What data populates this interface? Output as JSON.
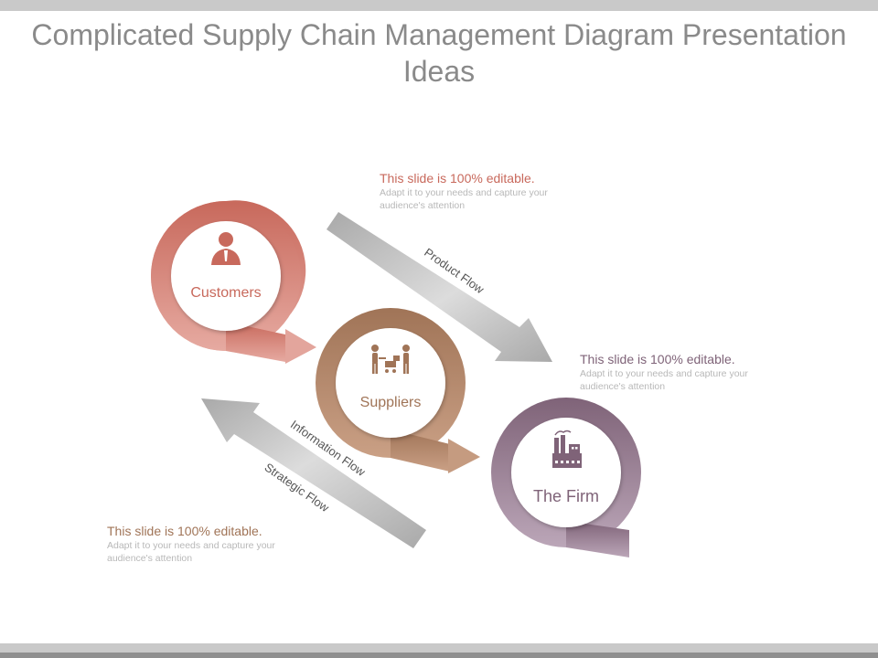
{
  "slide": {
    "title": "Complicated Supply Chain Management Diagram Presentation Ideas"
  },
  "nodes": {
    "customers": {
      "label": "Customers",
      "color": "#c8695c",
      "icon": "businessman-icon"
    },
    "suppliers": {
      "label": "Suppliers",
      "color": "#a07457",
      "icon": "people-with-cart-icon"
    },
    "firm": {
      "label": "The Firm",
      "color": "#7f6378",
      "icon": "factory-icon"
    }
  },
  "flows": {
    "product": "Product Flow",
    "information": "Information Flow",
    "strategic": "Strategic Flow"
  },
  "notes": [
    {
      "heading": "This slide is 100% editable.",
      "body": "Adapt it to your needs and capture your audience's attention",
      "color": "#c8695c"
    },
    {
      "heading": "This slide is 100% editable.",
      "body": "Adapt it to your needs and capture your audience's attention",
      "color": "#7f6378"
    },
    {
      "heading": "This slide is 100% editable.",
      "body": "Adapt it to your needs and capture your audience's attention",
      "color": "#a07457"
    }
  ]
}
